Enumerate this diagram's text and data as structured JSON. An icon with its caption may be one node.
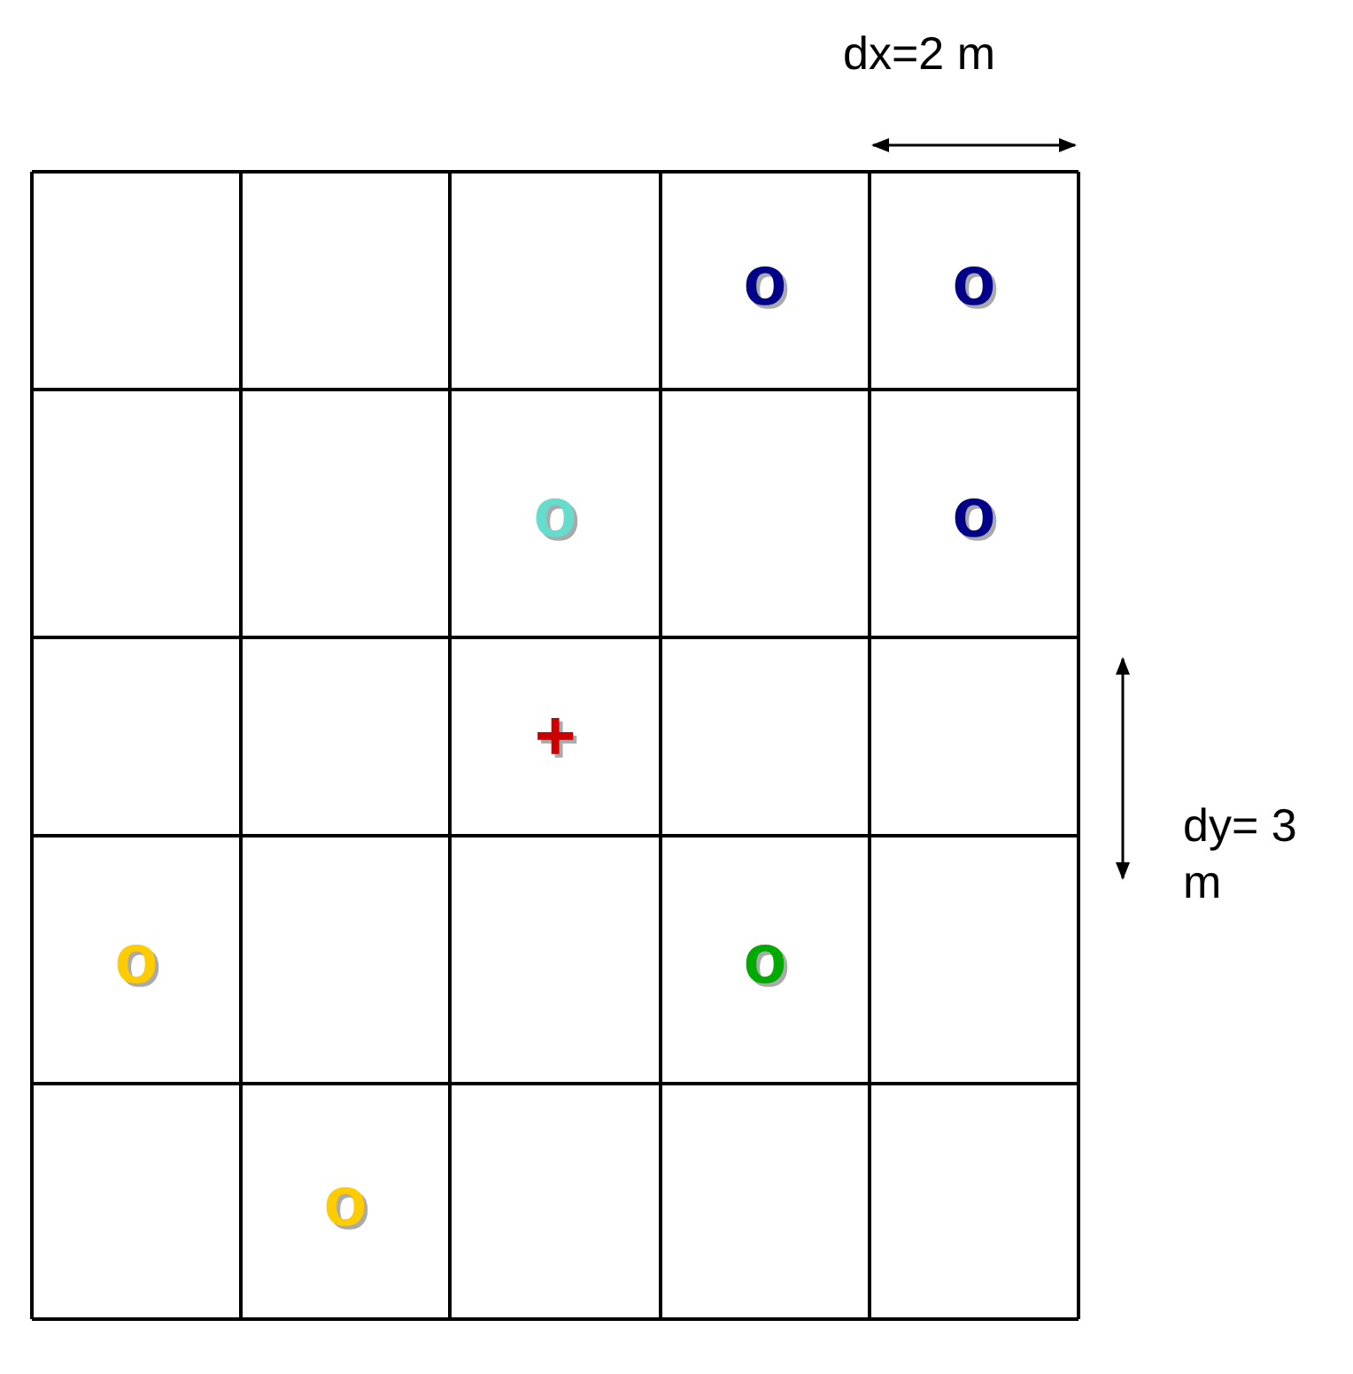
{
  "diagram": {
    "labels": [
      "dx=2 m",
      "o",
      "o",
      "o",
      "o",
      "+",
      "dy= 3 m",
      "o",
      "o",
      "o"
    ]
  }
}
